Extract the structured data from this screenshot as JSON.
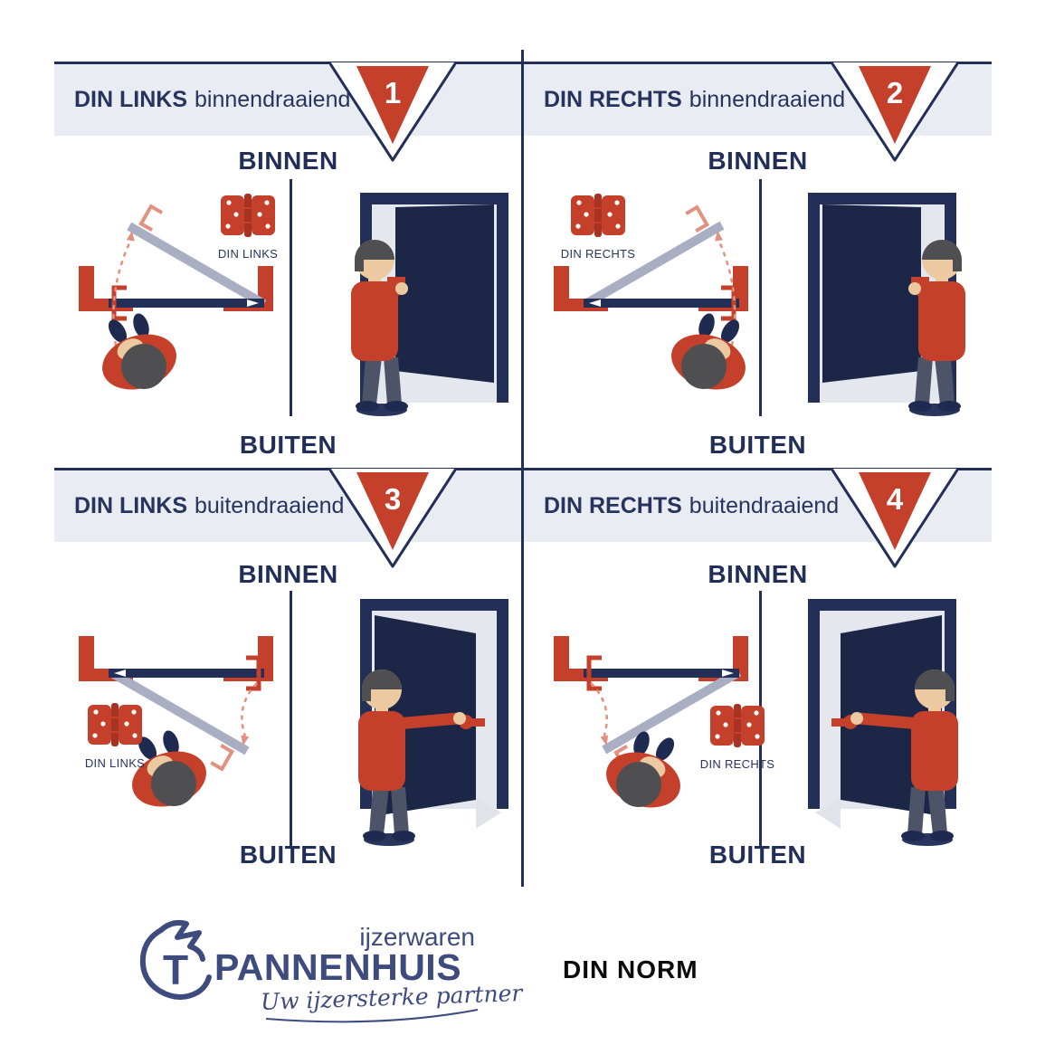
{
  "quadrants": [
    {
      "number": "1",
      "title_bold": "DIN LINKS",
      "title_rest": "binnendraaiend",
      "inside_label": "BINNEN",
      "outside_label": "BUITEN",
      "hinge_label": "DIN LINKS",
      "pivot": "right",
      "swing": "inward"
    },
    {
      "number": "2",
      "title_bold": "DIN RECHTS",
      "title_rest": "binnendraaiend",
      "inside_label": "BINNEN",
      "outside_label": "BUITEN",
      "hinge_label": "DIN RECHTS",
      "pivot": "left",
      "swing": "inward"
    },
    {
      "number": "3",
      "title_bold": "DIN LINKS",
      "title_rest": "buitendraaiend",
      "inside_label": "BINNEN",
      "outside_label": "BUITEN",
      "hinge_label": "DIN LINKS",
      "pivot": "left",
      "swing": "outward"
    },
    {
      "number": "4",
      "title_bold": "DIN RECHTS",
      "title_rest": "buitendraaiend",
      "inside_label": "BINNEN",
      "outside_label": "BUITEN",
      "hinge_label": "DIN RECHTS",
      "pivot": "right",
      "swing": "outward"
    }
  ],
  "footer": {
    "brand_top": "ijzerwaren",
    "brand_name": "PANNENHUIS",
    "brand_tagline": "Uw ijzersterke partner",
    "brand_mark_letter": "T",
    "norm_label": "DIN NORM"
  },
  "colors": {
    "navy": "#232f57",
    "text_navy": "#27345e",
    "red": "#c5402b",
    "dark_red": "#a83322",
    "salmon": "#e2907f",
    "band": "#e9ecf3",
    "door_gray": "#a9aec2",
    "opening": "#e4e7ee",
    "skin": "#ecc9a0",
    "hair": "#4f4f52",
    "pants": "#4e5468",
    "shoe": "#1f2a50",
    "logo_navy": "#3e4b7e",
    "text_black": "#0b0b0b",
    "white": "#ffffff"
  }
}
